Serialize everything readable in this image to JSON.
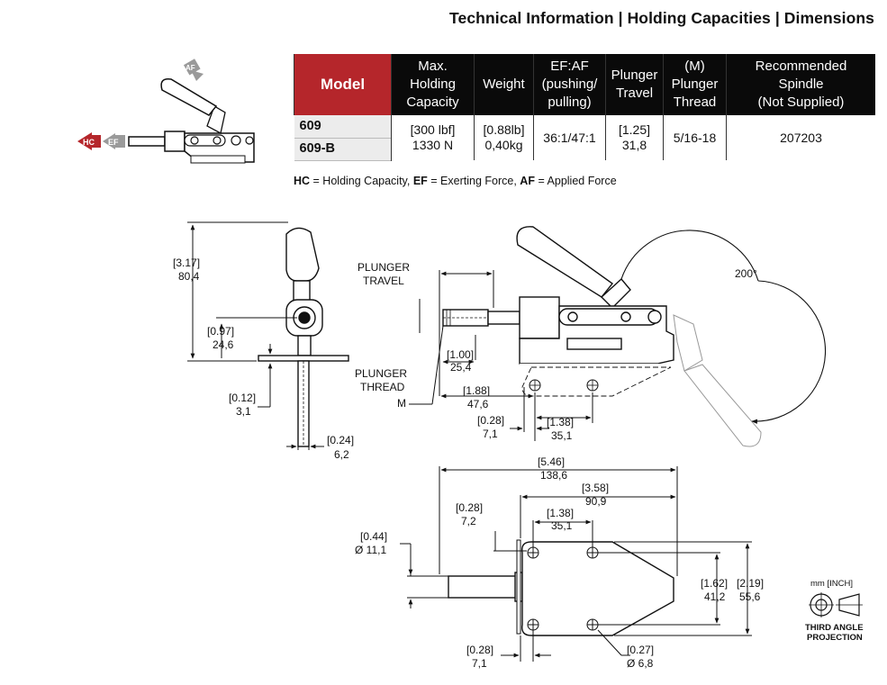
{
  "title": "Technical Information | Holding Capacities | Dimensions",
  "table": {
    "headers": {
      "model": "Model",
      "holding": [
        "Max.",
        "Holding",
        "Capacity"
      ],
      "weight": "Weight",
      "efaf": [
        "EF:AF",
        "(pushing/",
        "pulling)"
      ],
      "travel": [
        "Plunger",
        "Travel"
      ],
      "thread": [
        "(M)",
        "Plunger",
        "Thread"
      ],
      "spindle": [
        "Recommended",
        "Spindle",
        "(Not Supplied)"
      ]
    },
    "models": [
      "609",
      "609-B"
    ],
    "holding_capacity": [
      "[300 lbf]",
      "1330 N"
    ],
    "weight": [
      "[0.88lb]",
      "0,40kg"
    ],
    "ef_af": "36:1/47:1",
    "plunger_travel": [
      "[1.25]",
      "31,8"
    ],
    "plunger_thread": "5/16-18",
    "spindle": "207203"
  },
  "legend": {
    "hc": "HC",
    "hc_text": " = Holding Capacity, ",
    "ef": "EF",
    "ef_text": " = Exerting Force, ",
    "af": "AF",
    "af_text": " = Applied Force"
  },
  "icon_tags": {
    "hc": "HC",
    "ef": "EF",
    "af": "AF"
  },
  "dims": {
    "d317": [
      "[3.17]",
      "80,4"
    ],
    "d097": [
      "[0.97]",
      "24,6"
    ],
    "d012": [
      "[0.12]",
      "3,1"
    ],
    "d024": [
      "[0.24]",
      "6,2"
    ],
    "plunger_travel": [
      "PLUNGER",
      "TRAVEL"
    ],
    "plunger_thread": [
      "PLUNGER",
      "THREAD",
      "M"
    ],
    "d100": [
      "[1.00]",
      "25,4"
    ],
    "d188": [
      "[1.88]",
      "47,6"
    ],
    "d028a": [
      "[0.28]",
      "7,1"
    ],
    "d138a": [
      "[1.38]",
      "35,1"
    ],
    "angle": "200°",
    "d546": [
      "[5.46]",
      "138,6"
    ],
    "d358": [
      "[3.58]",
      "90,9"
    ],
    "d028b": [
      "[0.28]",
      "7,2"
    ],
    "d138b": [
      "[1.38]",
      "35,1"
    ],
    "d044": [
      "[0.44]",
      "Ø 11,1"
    ],
    "d162": [
      "[1.62]",
      "41,2"
    ],
    "d219": [
      "[2.19]",
      "55,6"
    ],
    "d028c": [
      "[0.28]",
      "7,1"
    ],
    "d027": [
      "[0.27]",
      "Ø 6,8"
    ]
  },
  "projection": {
    "units": "mm [INCH]",
    "label": [
      "THIRD ANGLE",
      "PROJECTION"
    ]
  },
  "colors": {
    "accent": "#b5262b",
    "header_bg": "#0a0a0a",
    "arrow_gray": "#9a9a9a"
  }
}
